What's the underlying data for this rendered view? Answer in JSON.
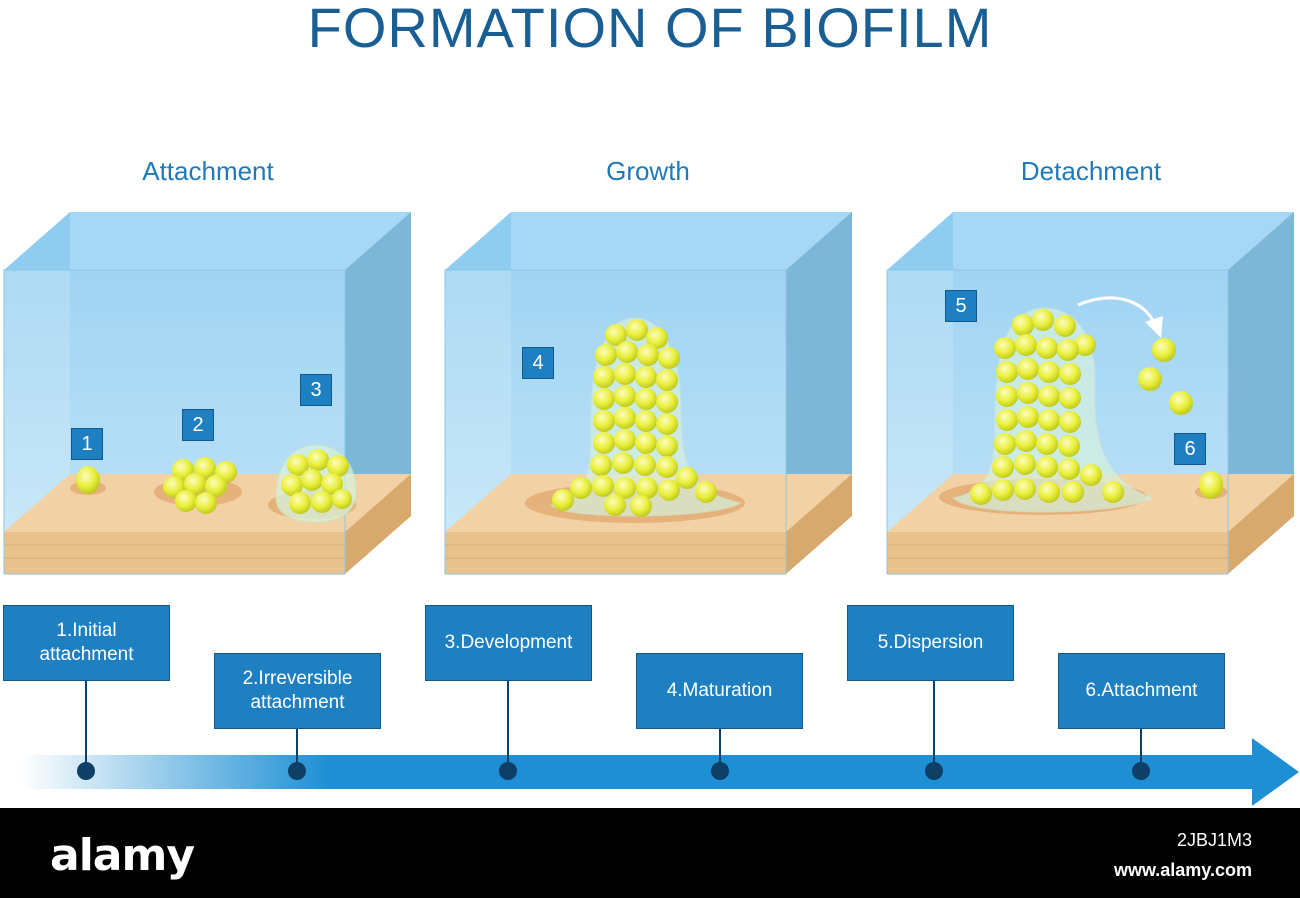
{
  "title": "FORMATION OF BIOFILM",
  "stages": [
    "Attachment",
    "Growth",
    "Detachment"
  ],
  "markers": [
    "1",
    "2",
    "3",
    "4",
    "5",
    "6"
  ],
  "steps": [
    {
      "label": "1.Initial\nattachment"
    },
    {
      "label": "2.Irreversible\nattachment"
    },
    {
      "label": "3.Development"
    },
    {
      "label": "4.Maturation"
    },
    {
      "label": "5.Dispersion"
    },
    {
      "label": "6.Attachment"
    }
  ],
  "footer": {
    "logo": "alamy",
    "image_id": "2JBJ1M3",
    "url": "www.alamy.com"
  },
  "colors": {
    "title": "#1a5f94",
    "stage_label": "#2079b8",
    "step_box": "#1e7fc1",
    "water": "#a9d8f3",
    "surface": "#f0cfa0",
    "bacteria": "#e8ee3a",
    "timeline_arrow": "#1e8fd4"
  }
}
